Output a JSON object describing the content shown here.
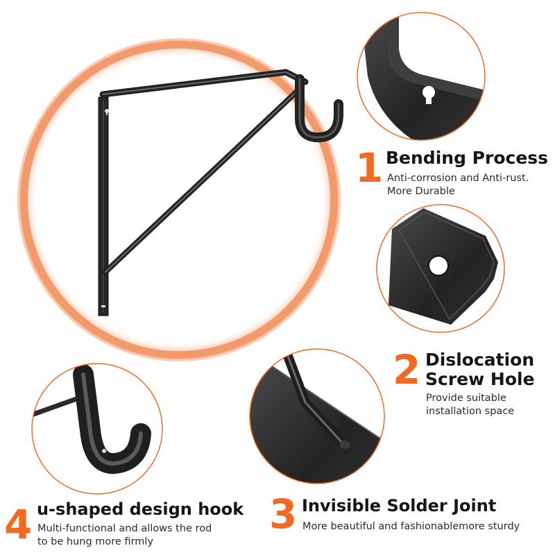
{
  "colors": {
    "accent": "#f26a21",
    "ring": "#f5a27a",
    "metal": "#2b2b2b"
  },
  "features": [
    {
      "number": "1",
      "title": "Bending Process",
      "lines": [
        "Anti-corrosion and Anti-rust.",
        "More Durable"
      ]
    },
    {
      "number": "2",
      "title_lines": [
        "Dislocation",
        "Screw Hole"
      ],
      "lines": [
        "Provide suitable",
        "installation space"
      ]
    },
    {
      "number": "3",
      "title": "Invisible Solder Joint",
      "lines": [
        "More beautiful and fashionablemore sturdy"
      ]
    },
    {
      "number": "4",
      "title": "u-shaped design hook",
      "lines": [
        "Multi-functional and allows the rod",
        "to be hung more firmly"
      ]
    }
  ]
}
